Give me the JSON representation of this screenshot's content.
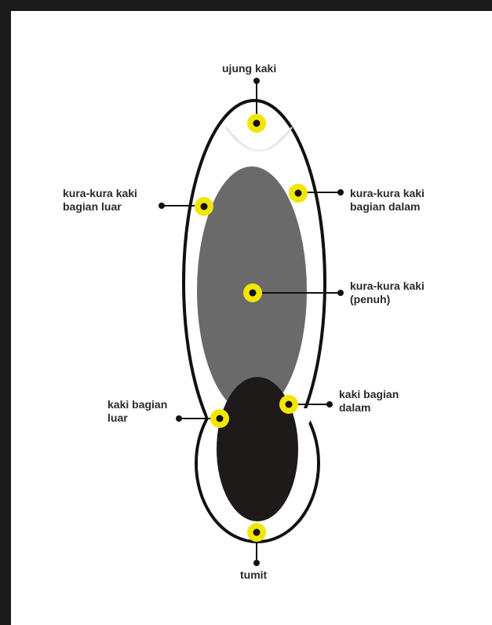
{
  "labels": {
    "toe": "ujung kaki",
    "outer_top": "kura-kura kaki\nbagian luar",
    "inner_top": "kura-kura kaki\nbagian dalam",
    "full": "kura-kura kaki\n(penuh)",
    "outer_side": "kaki bagian\nluar",
    "inner_side": "kaki bagian\ndalam",
    "heel": "tumit"
  },
  "colors": {
    "frame": "#1a1a1a",
    "outline": "#111111",
    "instep_gray": "#6a6a6a",
    "heel_black": "#1e1a1a",
    "marker_yellow": "#f2e600",
    "leader": "#111111"
  }
}
